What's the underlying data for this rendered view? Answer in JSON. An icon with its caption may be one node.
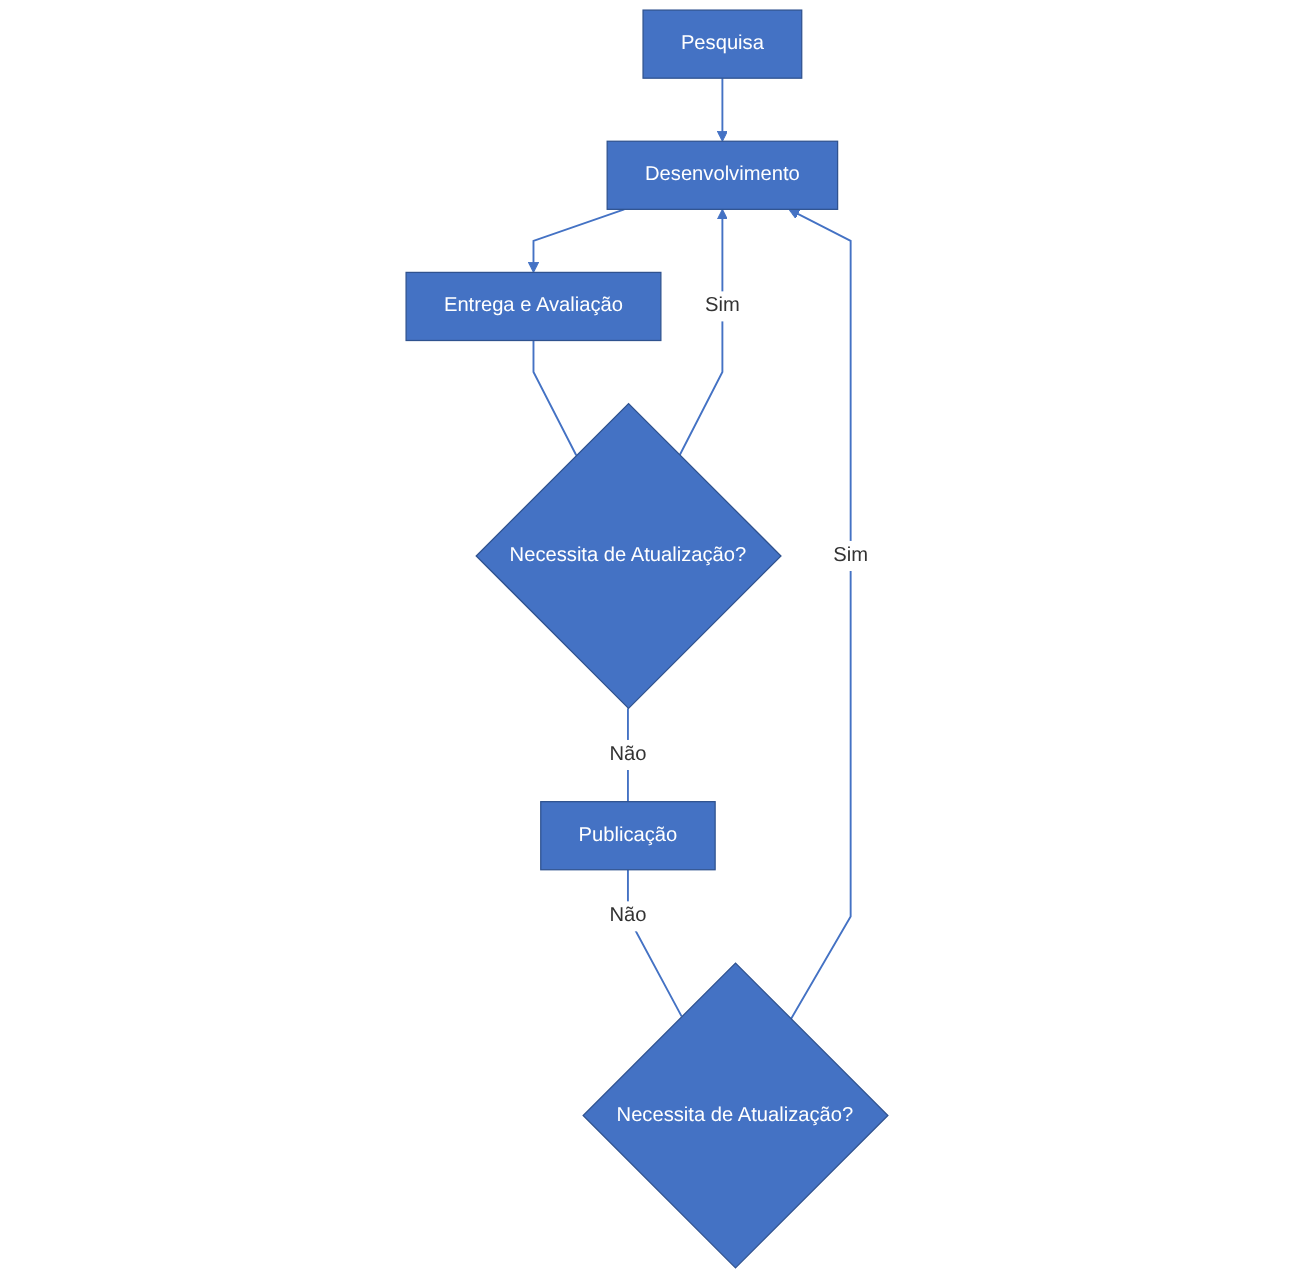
{
  "diagram": {
    "nodes": [
      {
        "text": [
          "Pesquisa"
        ]
      },
      {
        "text": [
          "Desenvolvimento"
        ]
      },
      {
        "text": [
          "Entrega e Avaliação"
        ]
      },
      {
        "text": [
          "Necessita de Atualização?"
        ]
      },
      {
        "text": [
          "Publicação"
        ]
      },
      {
        "text": [
          "Necessita de Atualização?"
        ]
      }
    ],
    "edges": [
      {
        "from": 0,
        "to": 1,
        "arrow": "to"
      },
      {
        "from": 1,
        "to": 2,
        "arrow": "to"
      },
      {
        "from": 2,
        "to": 3,
        "arrow": "none"
      },
      {
        "from": 3,
        "to": 1,
        "label": "Sim",
        "arrow": "to"
      },
      {
        "from": 3,
        "to": 4,
        "label": "Não",
        "arrow": "none"
      },
      {
        "from": 4,
        "to": 5,
        "label": "Não",
        "arrow": "none"
      },
      {
        "from": 5,
        "to": 1,
        "label": "Sim",
        "arrow": "to"
      }
    ]
  }
}
